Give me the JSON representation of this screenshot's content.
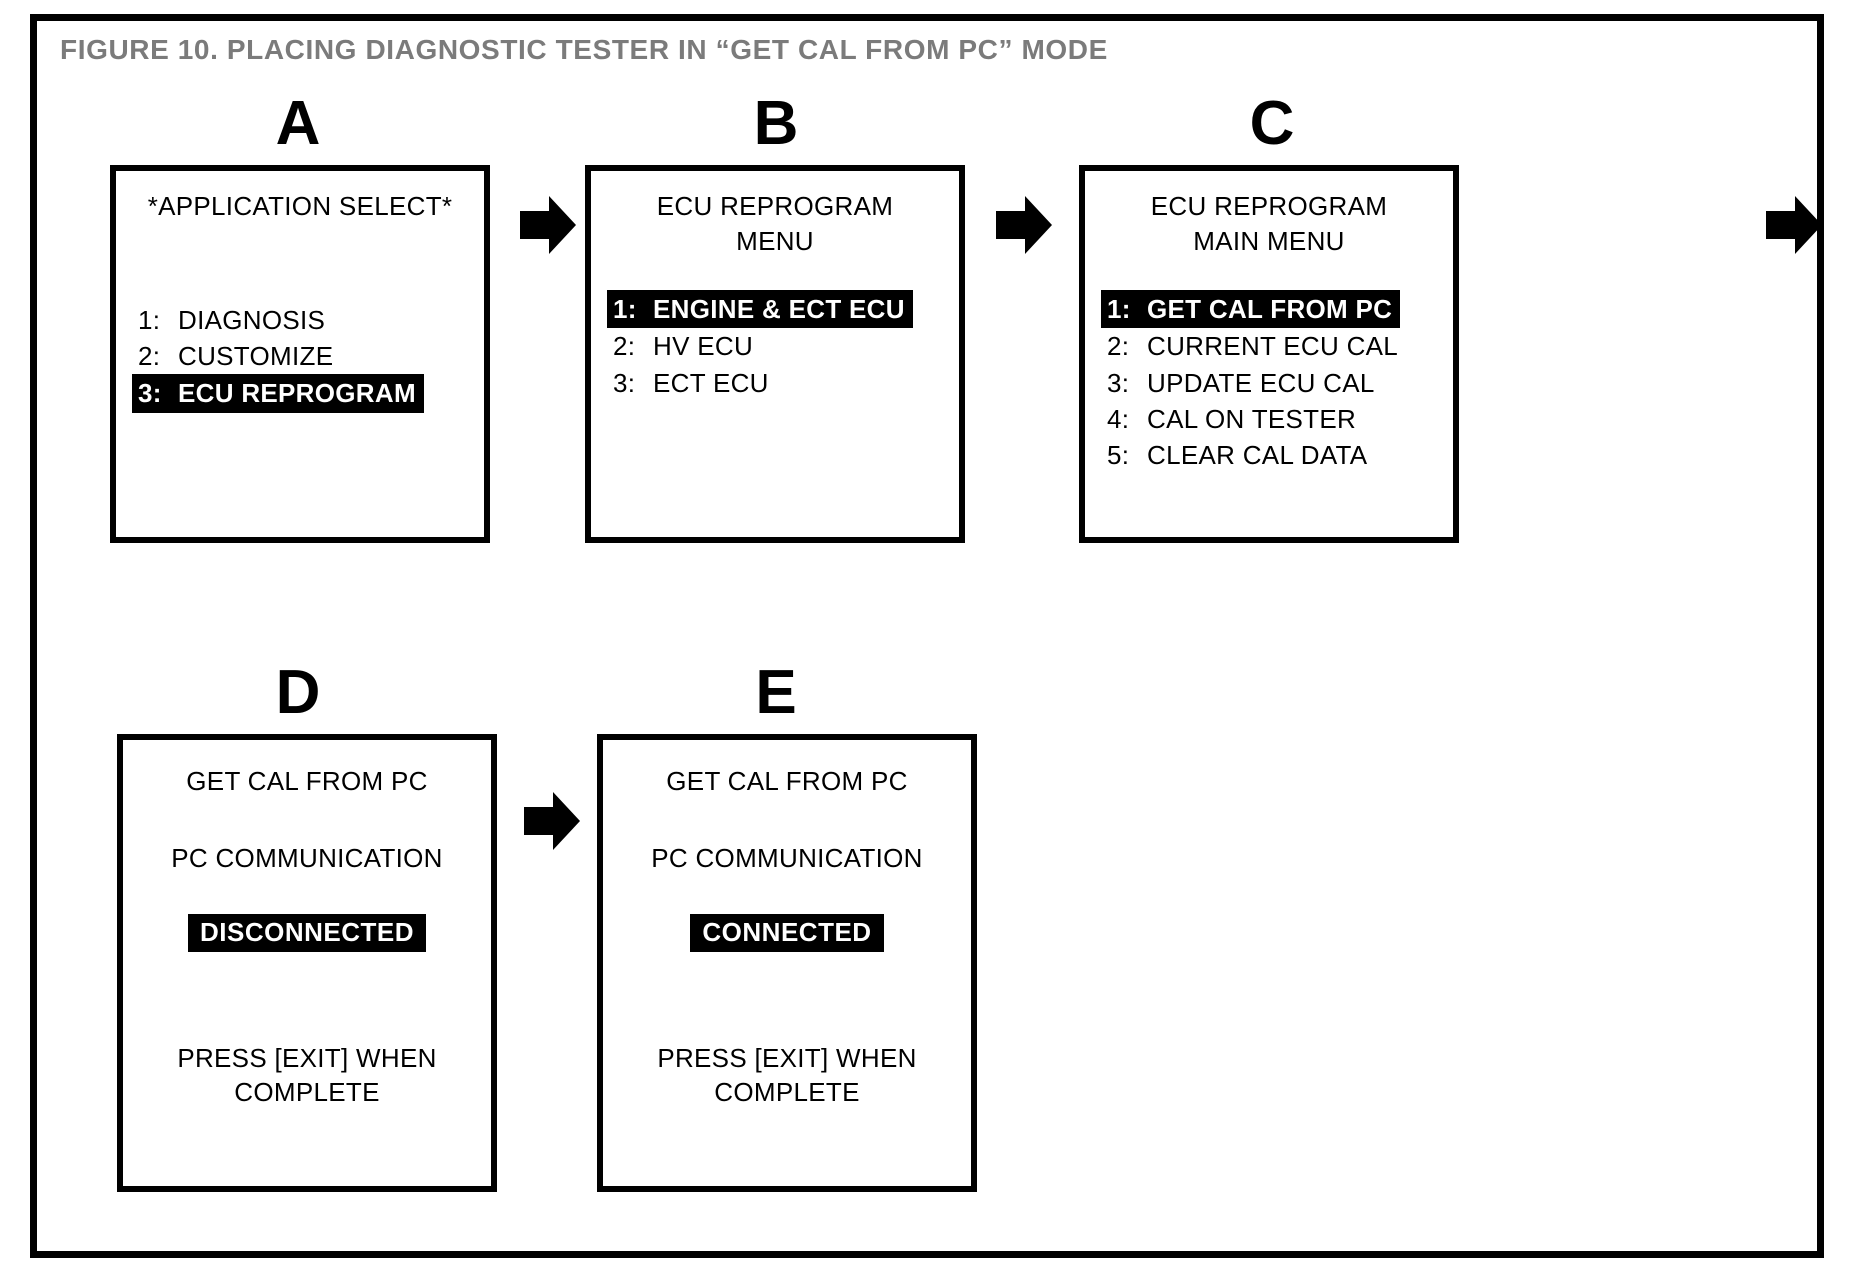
{
  "figure": {
    "title": "FIGURE 10.  PLACING DIAGNOSTIC TESTER IN “GET CAL FROM PC” MODE",
    "title_color": "#7b7b7b",
    "frame_color": "#000000",
    "background": "#ffffff",
    "highlight_bg": "#000000",
    "highlight_fg": "#ffffff"
  },
  "panels": {
    "a": {
      "letter": "A",
      "title_line1": "*APPLICATION SELECT*",
      "title_line2": "",
      "items": [
        {
          "index": "1:",
          "label": "DIAGNOSIS",
          "selected": false
        },
        {
          "index": "2:",
          "label": "CUSTOMIZE",
          "selected": false
        },
        {
          "index": "3:",
          "label": "ECU REPROGRAM",
          "selected": true
        }
      ]
    },
    "b": {
      "letter": "B",
      "title_line1": "ECU REPROGRAM",
      "title_line2": "MENU",
      "items": [
        {
          "index": "1:",
          "label": "ENGINE & ECT ECU",
          "selected": true
        },
        {
          "index": "2:",
          "label": "HV ECU",
          "selected": false
        },
        {
          "index": "3:",
          "label": "ECT ECU",
          "selected": false
        }
      ]
    },
    "c": {
      "letter": "C",
      "title_line1": "ECU REPROGRAM",
      "title_line2": "MAIN MENU",
      "items": [
        {
          "index": "1:",
          "label": "GET CAL FROM PC",
          "selected": true
        },
        {
          "index": "2:",
          "label": "CURRENT ECU CAL",
          "selected": false
        },
        {
          "index": "3:",
          "label": "UPDATE ECU CAL",
          "selected": false
        },
        {
          "index": "4:",
          "label": "CAL ON TESTER",
          "selected": false
        },
        {
          "index": "5:",
          "label": "CLEAR CAL DATA",
          "selected": false
        }
      ]
    },
    "d": {
      "letter": "D",
      "heading": "GET CAL FROM PC",
      "subheading": "PC COMMUNICATION",
      "status": "DISCONNECTED",
      "footer_line1": "PRESS [EXIT] WHEN",
      "footer_line2": "COMPLETE"
    },
    "e": {
      "letter": "E",
      "heading": "GET CAL FROM PC",
      "subheading": "PC COMMUNICATION",
      "status": "CONNECTED",
      "footer_line1": "PRESS [EXIT] WHEN",
      "footer_line2": "COMPLETE"
    }
  },
  "arrows": [
    {
      "id": "arrow-a-to-b",
      "name": "right-arrow-icon"
    },
    {
      "id": "arrow-b-to-c",
      "name": "right-arrow-icon"
    },
    {
      "id": "arrow-c-to-next",
      "name": "right-arrow-icon"
    },
    {
      "id": "arrow-d-to-e",
      "name": "right-arrow-icon"
    }
  ]
}
